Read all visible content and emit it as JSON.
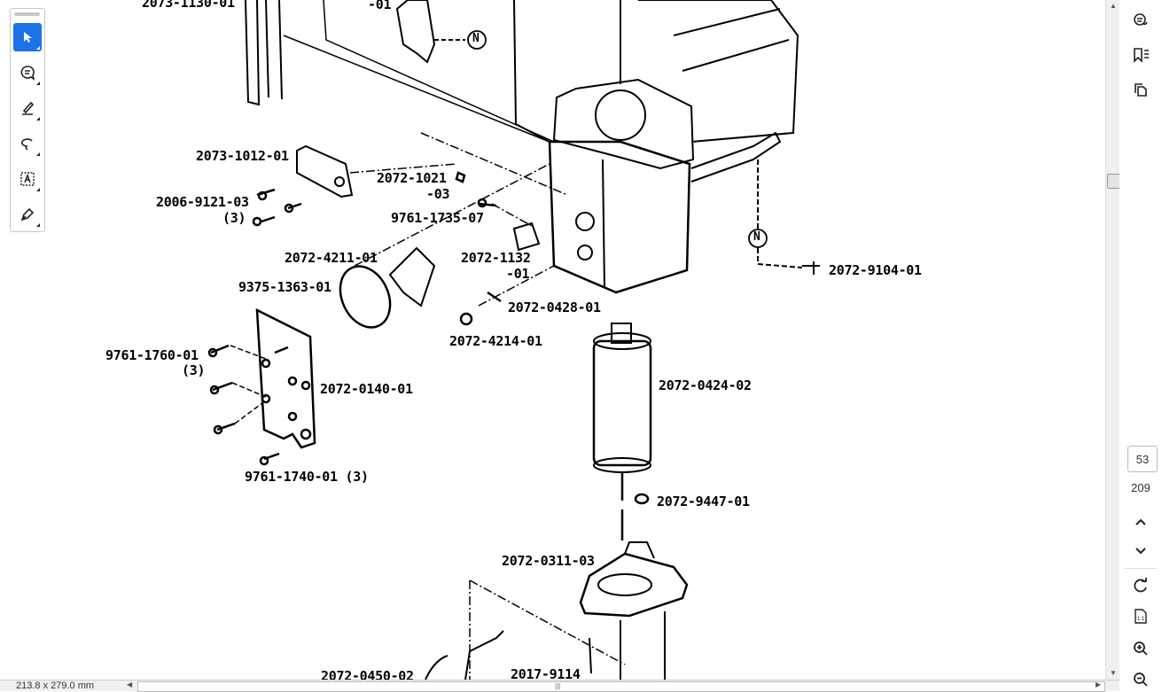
{
  "toolbar": {
    "tools": [
      {
        "name": "select",
        "icon": "cursor-arrow-icon",
        "active": true
      },
      {
        "name": "comment",
        "icon": "comment-bubble-icon"
      },
      {
        "name": "highlight",
        "icon": "highlighter-pen-icon"
      },
      {
        "name": "freehand",
        "icon": "lasso-icon"
      },
      {
        "name": "text-select",
        "icon": "text-box-icon"
      },
      {
        "name": "sign",
        "icon": "fountain-pen-icon"
      }
    ],
    "accent": "#1a73e8"
  },
  "diagram": {
    "labels": [
      "2073-1130-01",
      "-01",
      "2073-1012-01",
      "2072-1021",
      "-03",
      "2006-9121-03",
      "(3)",
      "9761-1735-07",
      "2072-4211-01",
      "2072-1132",
      "-01",
      "9375-1363-01",
      "2072-0428-01",
      "2072-4214-01",
      "9761-1760-01",
      "(3)",
      "2072-0140-01",
      "2072-0424-02",
      "9761-1740-01 (3)",
      "2072-9447-01",
      "2072-0311-03",
      "2072-9104-01",
      "2072-0450-02",
      "2017-9114"
    ],
    "callouts": [
      "N",
      "N"
    ]
  },
  "right_panel": {
    "top_icons": [
      "comments-icon",
      "bookmarks-icon",
      "pages-icon"
    ],
    "current_page": "53",
    "total_pages": "209",
    "bottom_icons": [
      "previous-page-icon",
      "next-page-icon",
      "rotate-icon",
      "actual-size-icon",
      "zoom-in-icon",
      "zoom-out-icon"
    ]
  },
  "status": {
    "page_size": "213.8 x 279.0 mm"
  }
}
